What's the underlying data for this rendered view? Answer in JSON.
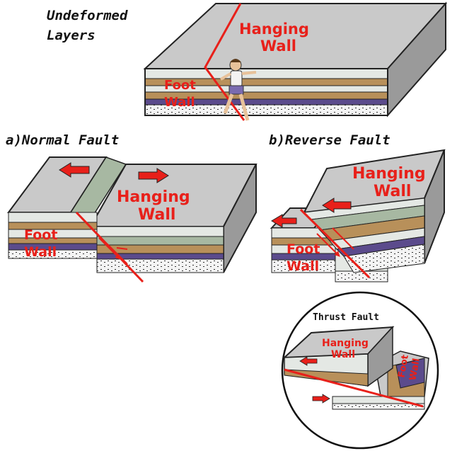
{
  "top": {
    "caption_line1": "Undeformed",
    "caption_line2": "Layers",
    "hanging_wall_line1": "Hanging",
    "hanging_wall_line2": "Wall",
    "foot_wall_line1": "Foot",
    "foot_wall_line2": "Wall"
  },
  "normal_fault": {
    "caption": "a)Normal Fault",
    "hanging_wall_line1": "Hanging",
    "hanging_wall_line2": "Wall",
    "foot_wall_line1": "Foot",
    "foot_wall_line2": "Wall"
  },
  "reverse_fault": {
    "caption": "b)Reverse Fault",
    "hanging_wall_line1": "Hanging",
    "hanging_wall_line2": "Wall",
    "foot_wall_line1": "Foot",
    "foot_wall_line2": "Wall"
  },
  "thrust_fault": {
    "title": "Thrust Fault",
    "hanging_wall_line1": "Hanging",
    "hanging_wall_line2": "Wall",
    "foot_wall_line1": "Foot",
    "foot_wall_line2": "Wall"
  },
  "colors": {
    "fault_line": "#e8201a",
    "top_surface": "#c9c9c9",
    "layer_light": "#e4e8e4",
    "layer_tan": "#b8905a",
    "layer_sage": "#a7b8a2",
    "layer_purple": "#5b4b8c",
    "layer_dotted": "#f2f2f2"
  }
}
